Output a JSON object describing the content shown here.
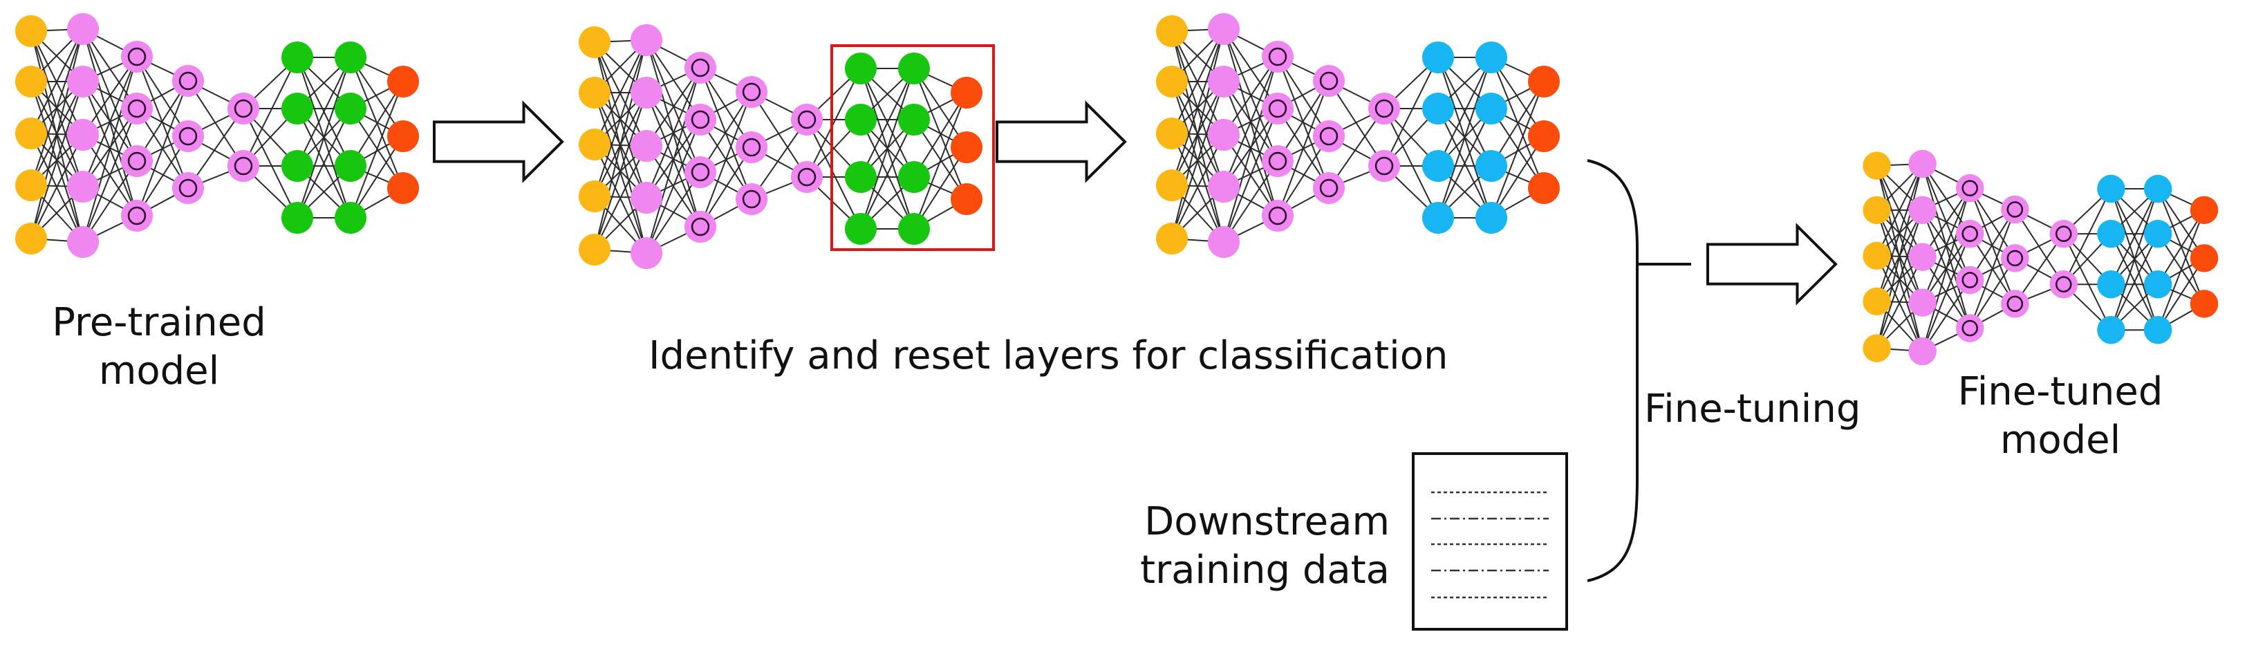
{
  "colors": {
    "input": "#fbb714",
    "feature": "#f086ef",
    "feature_inner": "#2a002a",
    "pretrained_head": "#17c70f",
    "finetuned_head": "#17b6f2",
    "output": "#fb4c0c",
    "highlight_box": "#e01414",
    "edge": "#2b2b2b"
  },
  "labels": {
    "pretrained_line1": "Pre-trained",
    "pretrained_line2": "model",
    "identify": "Identify and reset layers for classification",
    "finetuning": "Fine-tuning",
    "finetuned_line1": "Fine-tuned",
    "finetuned_line2": "model",
    "downstream_line1": "Downstream",
    "downstream_line2": "training data"
  },
  "networks": [
    {
      "name": "pretrained-model",
      "head_color": "pretrained_head",
      "highlight": false
    },
    {
      "name": "reset-model",
      "head_color": "pretrained_head",
      "highlight": true
    },
    {
      "name": "reset-head-model",
      "head_color": "finetuned_head",
      "highlight": false
    },
    {
      "name": "finetuned-model",
      "head_color": "finetuned_head",
      "highlight": false
    }
  ],
  "icons": [
    "block-arrow-icon",
    "document-icon",
    "curly-brace-icon"
  ]
}
